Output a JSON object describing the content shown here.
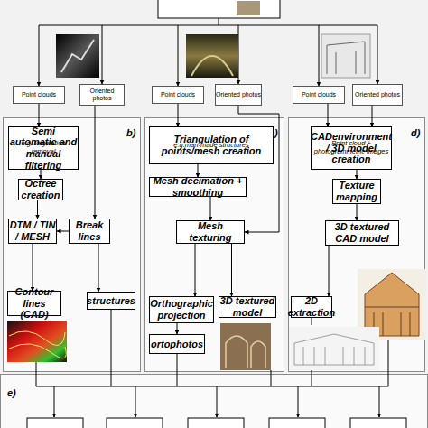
{
  "diagram": {
    "nodes": [
      {
        "text": [
          "Point clouds"
        ]
      },
      {
        "text": [
          "Oriented photos"
        ]
      },
      {
        "text": [
          "Point clouds"
        ]
      },
      {
        "text": [
          "Oriented photos"
        ]
      },
      {
        "text": [
          "Point clouds"
        ]
      },
      {
        "text": [
          "Oriented photos"
        ]
      },
      {
        "text": [
          "b)"
        ]
      },
      {
        "text": [
          "Semi automatic and manual filtering",
          "e.g. vegetation removal"
        ],
        "in": 6
      },
      {
        "text": [
          "Octree creation"
        ],
        "in": 6
      },
      {
        "text": [
          "DTM / TIN / MESH"
        ],
        "in": 6
      },
      {
        "text": [
          "Break lines"
        ],
        "in": 6
      },
      {
        "text": [
          "Contour lines (CAD)"
        ],
        "in": 6
      },
      {
        "text": [
          "structures"
        ],
        "in": 6
      },
      {
        "text": [
          "c)"
        ]
      },
      {
        "text": [
          "Triangulation of points/mesh creation",
          "e.g.man-made structures"
        ],
        "in": 13
      },
      {
        "text": [
          "Mesh decimation + smoothing"
        ],
        "in": 13
      },
      {
        "text": [
          "Mesh texturing"
        ],
        "in": 13
      },
      {
        "text": [
          "Orthographic projection"
        ],
        "in": 13
      },
      {
        "text": [
          "3D textured model"
        ],
        "in": 13
      },
      {
        "text": [
          "ortophotos"
        ],
        "in": 13
      },
      {
        "text": [
          "d)"
        ]
      },
      {
        "text": [
          "CADenvironment / 3D model creation",
          "Point cloud + photogrammetric images"
        ],
        "in": 20
      },
      {
        "text": [
          "Texture mapping"
        ],
        "in": 20
      },
      {
        "text": [
          "3D textured CAD model"
        ],
        "in": 20
      },
      {
        "text": [
          "2D extraction"
        ],
        "in": 20
      },
      {
        "text": [
          "e)"
        ]
      }
    ],
    "edges": [
      {
        "from": 0,
        "to": 7,
        "arrow": "to"
      },
      {
        "from": 1,
        "to": 10,
        "arrow": "to"
      },
      {
        "from": 7,
        "to": 8,
        "arrow": "to"
      },
      {
        "from": 8,
        "to": 9,
        "arrow": "to"
      },
      {
        "from": 10,
        "to": 9,
        "arrow": "to"
      },
      {
        "from": 9,
        "to": 11,
        "arrow": "to"
      },
      {
        "from": 10,
        "to": 12,
        "arrow": "to"
      },
      {
        "from": 2,
        "to": 14,
        "arrow": "to"
      },
      {
        "from": 3,
        "to": 16,
        "arrow": "to"
      },
      {
        "from": 14,
        "to": 15,
        "arrow": "to"
      },
      {
        "from": 15,
        "to": 16,
        "arrow": "to"
      },
      {
        "from": 16,
        "to": 17,
        "arrow": "to"
      },
      {
        "from": 16,
        "to": 18,
        "arrow": "to"
      },
      {
        "from": 17,
        "to": 19,
        "arrow": "to"
      },
      {
        "from": 4,
        "to": 21,
        "arrow": "to"
      },
      {
        "from": 5,
        "to": 21,
        "arrow": "to"
      },
      {
        "from": 21,
        "to": 22,
        "arrow": "to"
      },
      {
        "from": 22,
        "to": 23,
        "arrow": "to"
      },
      {
        "from": 23,
        "to": 24,
        "arrow": "to"
      }
    ]
  }
}
